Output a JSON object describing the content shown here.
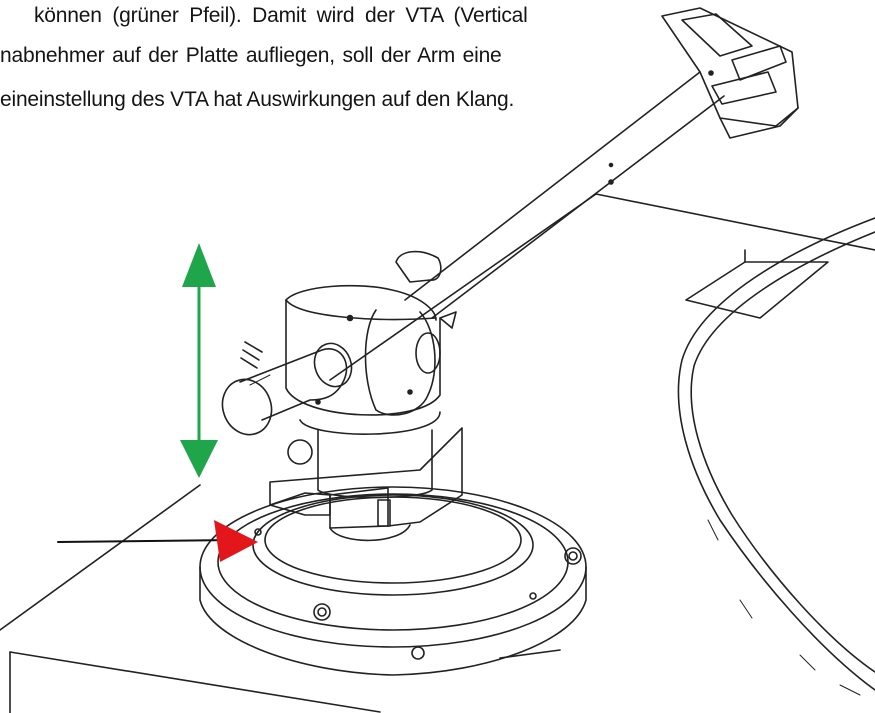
{
  "text": {
    "line1": "können (grüner Pfeil). Damit wird der VTA (Vertical",
    "line2": "nabnehmer auf der Platte aufliegen, soll der Arm eine",
    "line3": "eineinstellung des VTA hat Auswirkungen auf den Klang."
  },
  "illustration": {
    "subject": "turntable tonearm base",
    "height_arrow_color": "#1fa54a",
    "pointer_color": "#e3161b",
    "line_color": "#222222"
  }
}
